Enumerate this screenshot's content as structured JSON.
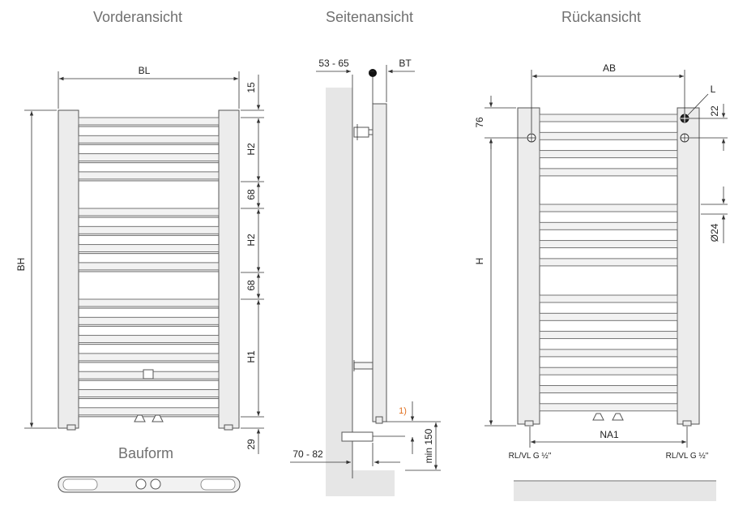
{
  "views": {
    "front_title": "Vorderansicht",
    "side_title": "Seitenansicht",
    "back_title": "Rückansicht",
    "shape_title": "Bauform"
  },
  "front_dims": {
    "bl": "BL",
    "bh": "BH",
    "d15": "15",
    "h2a": "H2",
    "d68a": "68",
    "h2b": "H2",
    "d68b": "68",
    "h1": "H1",
    "d29": "29"
  },
  "side_dims": {
    "d5365": "53 - 65",
    "bt": "BT",
    "note1": "1)",
    "min150": "min 150",
    "d7082": "70 - 82"
  },
  "back_dims": {
    "ab": "AB",
    "l": "L",
    "d76": "76",
    "d22": "22",
    "h": "H",
    "d24": "Ø24",
    "na1": "NA1",
    "rl_left": "RL/VL G ½\"",
    "rl_right": "RL/VL G ½\""
  },
  "colors": {
    "line": "#333333",
    "panel_fill": "#ececec",
    "wall_fill": "#e6e6e6",
    "note": "#e07020"
  }
}
